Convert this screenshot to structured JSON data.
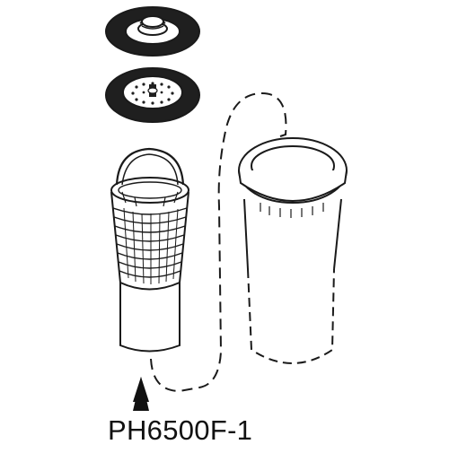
{
  "diagram": {
    "part_number": "PH6500F-1",
    "components": [
      {
        "name": "stopper",
        "icon": "stopper-icon"
      },
      {
        "name": "strainer-cap",
        "icon": "strainer-cap-icon"
      },
      {
        "name": "basket-strainer",
        "icon": "basket-strainer-icon"
      },
      {
        "name": "sleeve",
        "icon": "sleeve-icon"
      },
      {
        "name": "indicator-arrow",
        "icon": "arrow-up-icon"
      }
    ],
    "colors": {
      "line": "#1a1a1a",
      "fill_dark": "#1f1f1f",
      "fill_light": "#ffffff"
    }
  }
}
